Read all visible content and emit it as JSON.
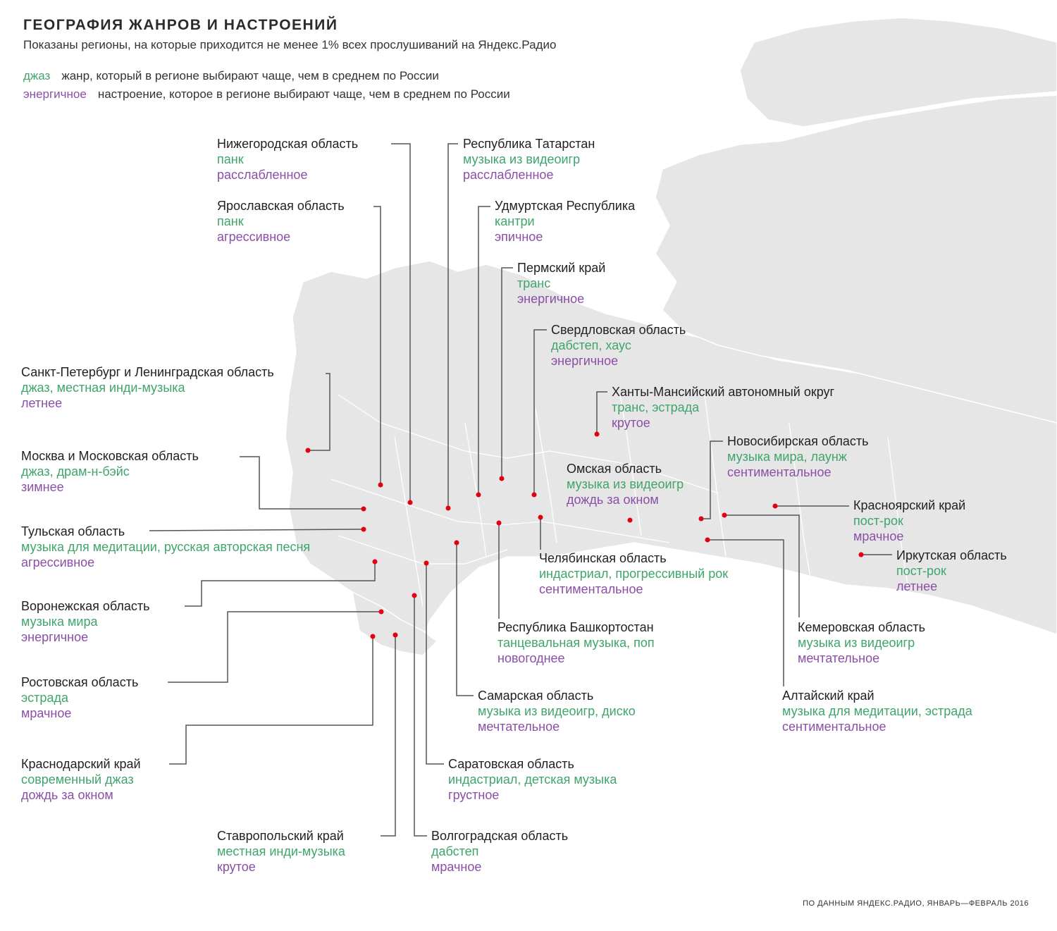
{
  "header": {
    "title": "ГЕОГРАФИЯ ЖАНРОВ И НАСТРОЕНИЙ",
    "subtitle": "Показаны регионы, на которые приходится не менее 1% всех прослушиваний на Яндекс.Радио"
  },
  "legend": {
    "genre_key": "джаз",
    "genre_text": "жанр, который в регионе выбирают чаще, чем в среднем по России",
    "mood_key": "энергичное",
    "mood_text": "настроение, которое в регионе выбирают чаще, чем в среднем по России"
  },
  "colors": {
    "genre": "#3fa56b",
    "mood": "#8a4fa6",
    "land": "#e6e6e6",
    "marker": "#e3000f",
    "leader": "#555555"
  },
  "regions": [
    {
      "name": "Нижегородская область",
      "genre": "панк",
      "mood": "расслабленное"
    },
    {
      "name": "Ярославская область",
      "genre": "панк",
      "mood": "агрессивное"
    },
    {
      "name": "Республика Татарстан",
      "genre": "музыка из видеоигр",
      "mood": "расслабленное"
    },
    {
      "name": "Удмуртская Республика",
      "genre": "кантри",
      "mood": "эпичное"
    },
    {
      "name": "Пермский край",
      "genre": "транс",
      "mood": "энергичное"
    },
    {
      "name": "Свердловская область",
      "genre": "дабстеп, хаус",
      "mood": "энергичное"
    },
    {
      "name": "Санкт-Петербург и Ленинградская область",
      "genre": "джаз, местная инди-музыка",
      "mood": "летнее"
    },
    {
      "name": "Ханты-Мансийский автономный округ",
      "genre": "транс, эстрада",
      "mood": "крутое"
    },
    {
      "name": "Новосибирская область",
      "genre": "музыка мира, лаунж",
      "mood": "сентиментальное"
    },
    {
      "name": "Москва и Московская область",
      "genre": "джаз, драм-н-бэйс",
      "mood": "зимнее"
    },
    {
      "name": "Омская область",
      "genre": "музыка из видеоигр",
      "mood": "дождь за окном"
    },
    {
      "name": "Красноярский край",
      "genre": "пост-рок",
      "mood": "мрачное"
    },
    {
      "name": "Тульская область",
      "genre": "музыка для медитации, русская авторская песня",
      "mood": "агрессивное"
    },
    {
      "name": "Иркутская область",
      "genre": "пост-рок",
      "mood": "летнее"
    },
    {
      "name": "Челябинская область",
      "genre": "индастриал, прогрессивный рок",
      "mood": "сентиментальное"
    },
    {
      "name": "Воронежская область",
      "genre": "музыка мира",
      "mood": "энергичное"
    },
    {
      "name": "Республика Башкортостан",
      "genre": "танцевальная музыка, поп",
      "mood": "новогоднее"
    },
    {
      "name": "Кемеровская область",
      "genre": "музыка из видеоигр",
      "mood": "мечтательное"
    },
    {
      "name": "Ростовская область",
      "genre": "эстрада",
      "mood": "мрачное"
    },
    {
      "name": "Самарская область",
      "genre": "музыка из видеоигр, диско",
      "mood": "мечтательное"
    },
    {
      "name": "Алтайский край",
      "genre": "музыка для медитации, эстрада",
      "mood": "сентиментальное"
    },
    {
      "name": "Краснодарский край",
      "genre": "современный джаз",
      "mood": "дождь за окном"
    },
    {
      "name": "Саратовская область",
      "genre": "индастриал, детская музыка",
      "mood": "грустное"
    },
    {
      "name": "Ставропольский край",
      "genre": "местная инди-музыка",
      "mood": "крутое"
    },
    {
      "name": "Волгоградская область",
      "genre": "дабстеп",
      "mood": "мрачное"
    }
  ],
  "footer": {
    "source": "ПО ДАННЫМ ЯНДЕКС.РАДИО, ЯНВАРЬ—ФЕВРАЛЬ 2016"
  }
}
